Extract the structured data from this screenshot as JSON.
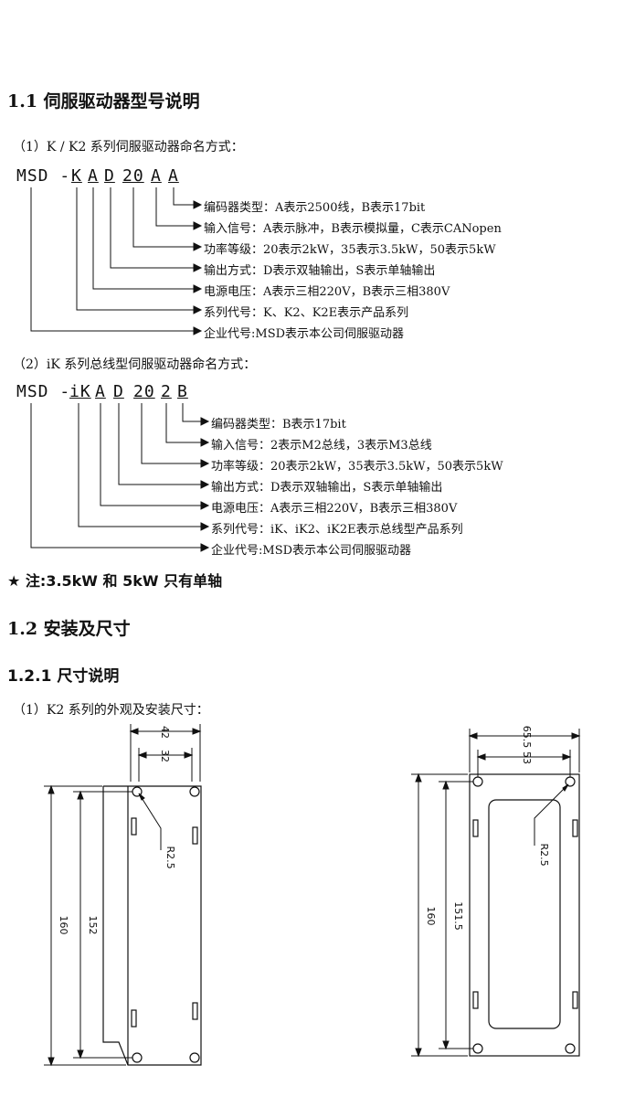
{
  "sections": {
    "s1_1": "1.1  伺服驱动器型号说明",
    "s1_2": "1.2  安装及尺寸",
    "s1_2_1": "1.2.1  尺寸说明"
  },
  "k_naming": {
    "intro": "（1）K / K2 系列伺服驱动器命名方式：",
    "code_parts": [
      "MSD -",
      "K",
      "A",
      "D",
      "20",
      "A",
      "A"
    ],
    "descriptions": [
      "编码器类型：A表示2500线，B表示17bit",
      "输入信号：A表示脉冲，B表示模拟量，C表示CANopen",
      "功率等级：20表示2kW，35表示3.5kW，50表示5kW",
      "输出方式：D表示双轴输出，S表示单轴输出",
      "电源电压：A表示三相220V，B表示三相380V",
      "系列代号：K、K2、K2E表示产品系列",
      "企业代号:MSD表示本公司伺服驱动器"
    ]
  },
  "ik_naming": {
    "intro": "（2）iK 系列总线型伺服驱动器命名方式：",
    "code_parts": [
      "MSD -",
      "iK",
      "A",
      "D",
      "20",
      "2",
      "B"
    ],
    "descriptions": [
      "编码器类型：B表示17bit",
      "输入信号：2表示M2总线，3表示M3总线",
      "功率等级：20表示2kW，35表示3.5kW，50表示5kW",
      "输出方式：D表示双轴输出，S表示单轴输出",
      "电源电压：A表示三相220V，B表示三相380V",
      "系列代号：iK、iK2、iK2E表示总线型产品系列",
      "企业代号:MSD表示本公司伺服驱动器"
    ]
  },
  "note": "★ 注:3.5kW 和 5kW 只有单轴",
  "k2_intro": "（1）K2 系列的外观及安装尺寸：",
  "drawing_left": {
    "dim_width_outer": "42",
    "dim_width_inner": "32",
    "dim_height_outer": "160",
    "dim_height_inner": "152",
    "radius": "R2.5"
  },
  "drawing_right": {
    "dim_width_outer": "65.5",
    "dim_width_inner": "53",
    "dim_height_outer": "160",
    "dim_height_inner": "151.5",
    "radius": "R2.5"
  }
}
